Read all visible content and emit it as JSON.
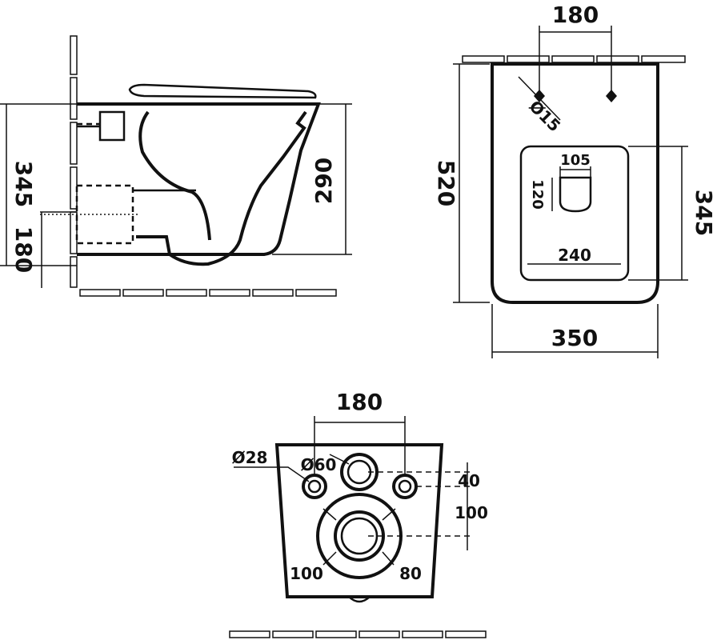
{
  "side_view": {
    "dim_overall_height": "345",
    "dim_outlet_height": "180",
    "dim_bowl_height": "290"
  },
  "top_view": {
    "dim_bolt_spacing": "180",
    "dim_bolt_diameter": "Ø15",
    "dim_depth": "520",
    "dim_seat_length": "345",
    "dim_width": "350",
    "dim_inner_width": "240",
    "dim_inlet_width": "105",
    "dim_inlet_height": "120"
  },
  "rear_view": {
    "dim_bolt_spacing": "180",
    "dim_bolt_diameter": "Ø28",
    "dim_inlet_diameter": "Ø60",
    "dim_inlet_offset": "40",
    "dim_outlet_offset": "100",
    "dim_outlet_left": "100",
    "dim_outlet_right": "80"
  }
}
